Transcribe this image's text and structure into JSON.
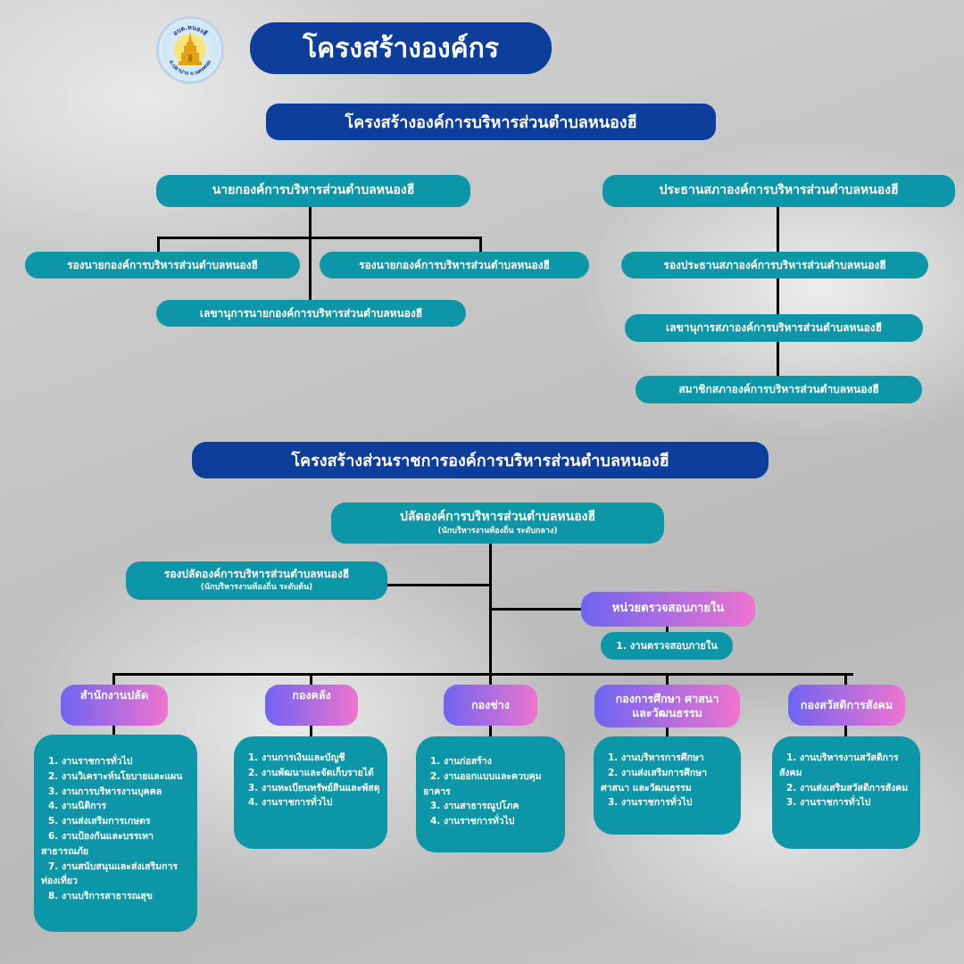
{
  "logo": {
    "text_top": "อบต.หนองฮี",
    "text_bottom": "อ.ปลาปาก จ.นครพนม",
    "icon": "stupa-seal-icon"
  },
  "main_title": "โครงสร้างองค์กร",
  "section1_title": "โครงสร้างองค์การบริหารส่วนตำบลหนองฮี",
  "executive": {
    "head": "นายกองค์การบริหารส่วนตำบลหนองฮี",
    "deputy1": "รองนายกองค์การบริหารส่วนตำบลหนองฮี",
    "deputy2": "รองนายกองค์การบริหารส่วนตำบลหนองฮี",
    "secretary": "เลขานุการนายกองค์การบริหารส่วนตำบลหนองฮี"
  },
  "council": {
    "head": "ประธานสภาองค์การบริหารส่วนตำบลหนองฮี",
    "vice": "รองประธานสภาองค์การบริหารส่วนตำบลหนองฮี",
    "secretary": "เลขานุการสภาองค์การบริหารส่วนตำบลหนองฮี",
    "member": "สมาชิกสภาองค์การบริหารส่วนตำบลหนองฮี"
  },
  "section2_title": "โครงสร้างส่วนราชการองค์การบริหารส่วนตำบลหนองฮี",
  "chief": {
    "title": "ปลัดองค์การบริหารส่วนตำบลหนองฮี",
    "sub": "(นักบริหารงานท้องถิ่น ระดับกลาง)"
  },
  "deputy_chief": {
    "title": "รองปลัดองค์การบริหารส่วนตำบลหนองฮี",
    "sub": "(นักบริหารงานท้องถิ่น ระดับต้น)"
  },
  "audit": {
    "title": "หน่วยตรวจสอบภายใน",
    "item": "1.   งานตรวจสอบภายใน"
  },
  "divisions": [
    {
      "title": "สำนักงานปลัด",
      "items": [
        "1. งานราชการทั่วไป",
        "2. งานวิเคราะห์นโยบายและแผน",
        "3. งานการบริหารงานบุคคล",
        "4. งานนิติการ",
        "5. งานส่งเสริมการเกษตร",
        "6. งานป้องกันและบรรเทาสาธารณภัย",
        "7. งานสนับสนุนและส่งเสริมการท่องเที่ยว",
        "8. งานบริการสาธารณสุข"
      ]
    },
    {
      "title": "กองคลัง",
      "items": [
        "1. งานการเงินและบัญชี",
        "2. งานพัฒนาและจัดเก็บรายได้",
        "3. งานทะเบียนทรัพย์สินและพัสดุ",
        "4. งานราชการทั่วไป"
      ]
    },
    {
      "title": "กองช่าง",
      "items": [
        "1. งานก่อสร้าง",
        "2. งานออกแบบและควบคุมอาคาร",
        "3. งานสาธารณูปโภค",
        "4. งานราชการทั่วไป"
      ]
    },
    {
      "title": "กองการศึกษา ศาสนาและวัฒนธรรม",
      "items": [
        "1. งานบริหารการศึกษา",
        "2. งานส่งเสริมการศึกษา ศาสนา และวัฒนธรรม",
        "3. งานราชการทั่วไป"
      ]
    },
    {
      "title": "กองสวัสดิการสังคม",
      "items": [
        "1. งานบริหารงานสวัสดิการสังคม",
        "2. งานส่งเสริมสวัสดิการสังคม",
        "3. งานราชการทั่วไป"
      ]
    }
  ]
}
